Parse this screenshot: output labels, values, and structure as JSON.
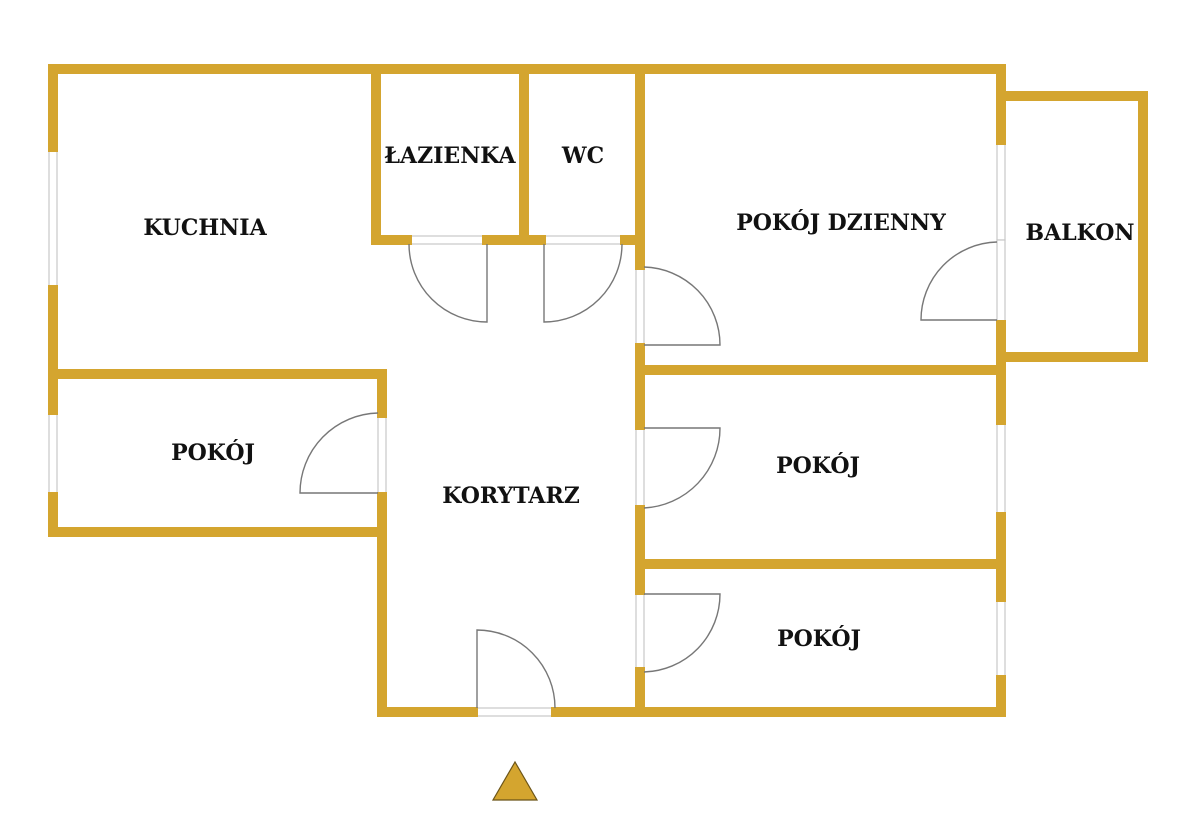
{
  "colors": {
    "wall": "#D4A52F",
    "door": "#777777",
    "window": "#c8c8c8"
  },
  "rooms": {
    "kitchen": "KUCHNIA",
    "bathroom": "ŁAZIENKA",
    "wc": "WC",
    "living_room": "POKÓJ DZIENNY",
    "balcony": "BALKON",
    "room_left": "POKÓJ",
    "corridor": "KORYTARZ",
    "room_right_middle": "POKÓJ",
    "room_right_bottom": "POKÓJ"
  },
  "entrance_marker": "triangle"
}
